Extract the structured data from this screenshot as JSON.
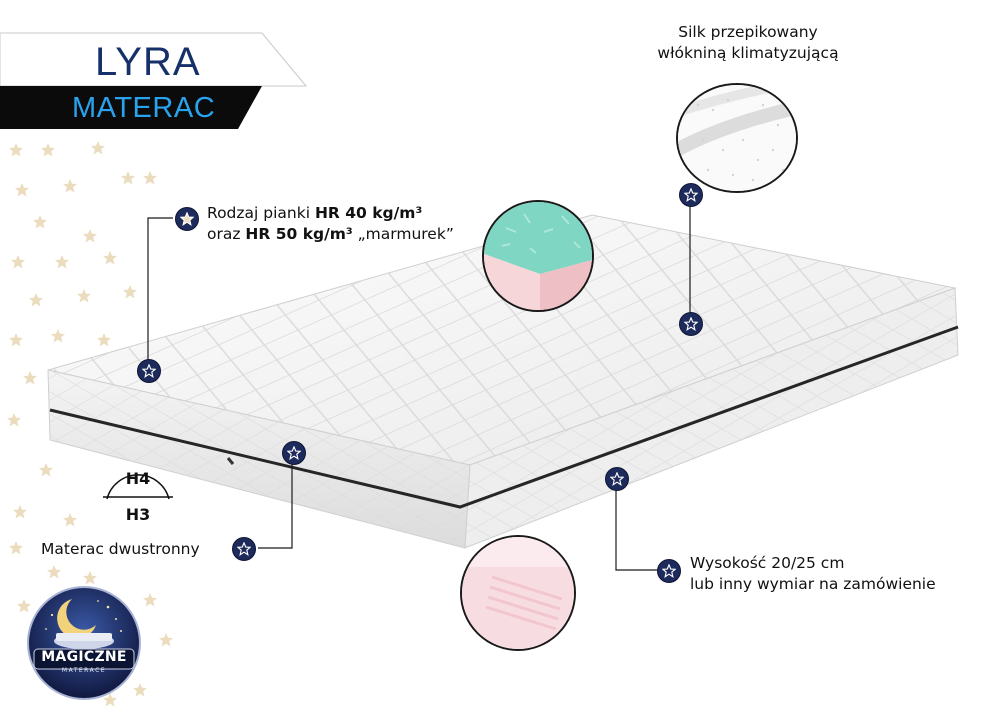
{
  "title": "LYRA",
  "subtitle": "MATERAC",
  "callouts": {
    "top_right": {
      "line1": "Silk przepikowany",
      "line2": "włókniną klimatyzującą"
    },
    "foam": {
      "line1_pre": "Rodzaj pianki ",
      "line1_bold": "HR 40 kg/m³",
      "line2_pre": "oraz ",
      "line2_bold": "HR 50 kg/m³",
      "line2_post": " „marmurek”"
    },
    "two_sided": "Materac dwustronny",
    "height": {
      "line1": "Wysokość 20/25 cm",
      "line2": "lub inny wymiar na zamówienie"
    }
  },
  "hardness": {
    "top": "H4",
    "bottom": "H3"
  },
  "logo": {
    "name": "MAGICZNE",
    "sub": "MATERACE"
  },
  "colors": {
    "navy": "#16306a",
    "accent_blue": "#2aa3ee",
    "dot": "#1d2a5c",
    "foam_green": "#7fd6c2",
    "foam_pink": "#f3cfd3",
    "star_gold": "#ead9b3"
  },
  "icons": {
    "marker": "star-dot-icon",
    "bg": "star-pattern"
  }
}
